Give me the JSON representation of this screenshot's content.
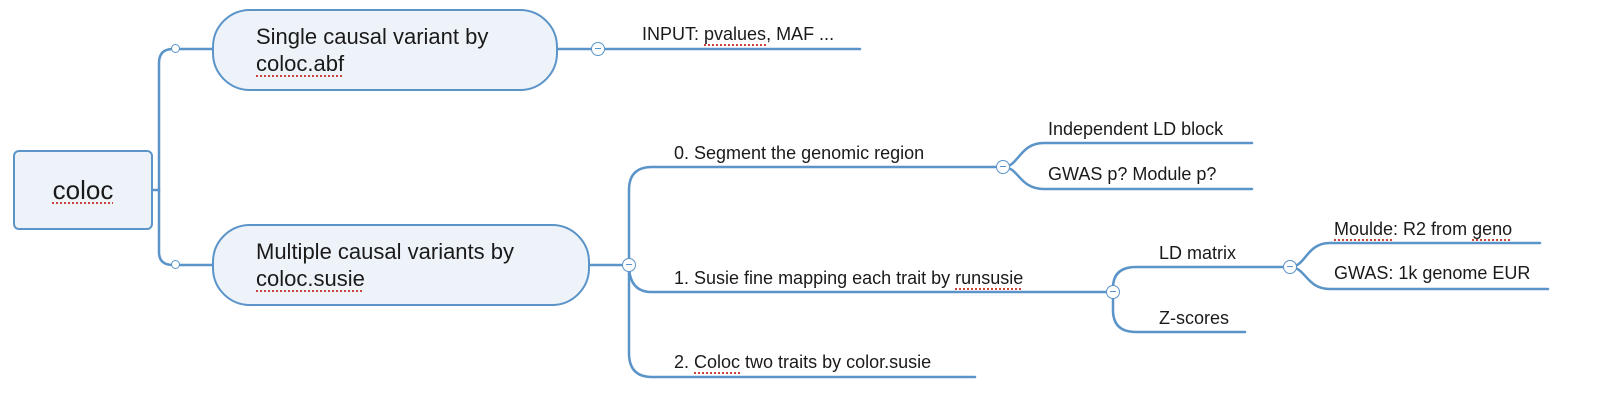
{
  "root": {
    "label": "coloc"
  },
  "branch_single": {
    "line1": "Single causal variant by",
    "line2_method": "coloc.abf",
    "input_note": "INPUT: ",
    "input_word_pvalues": "pvalues",
    "input_rest": ", MAF ..."
  },
  "branch_multiple": {
    "line1": "Multiple causal variants by",
    "line2_method": "coloc.susie",
    "step0": {
      "label": "0. Segment the genomic region",
      "children": [
        "Independent LD block",
        "GWAS p? Module p?"
      ]
    },
    "step1": {
      "label_prefix": "1. Susie fine mapping each trait by ",
      "label_tool": "runsusie",
      "ld_matrix": {
        "label": "LD matrix",
        "child1_word": "Moulde",
        "child1_mid": ": R2 from ",
        "child1_geno": "geno",
        "child2": "GWAS: 1k genome EUR"
      },
      "z_scores": "Z-scores"
    },
    "step2": {
      "label_prefix": "2. ",
      "label_word": "Coloc",
      "label_rest": " two traits by color.susie"
    }
  },
  "colors": {
    "line": "#5b94c8",
    "node_fill": "#eef3f9",
    "spellcheck_underline": "#d0453b"
  }
}
